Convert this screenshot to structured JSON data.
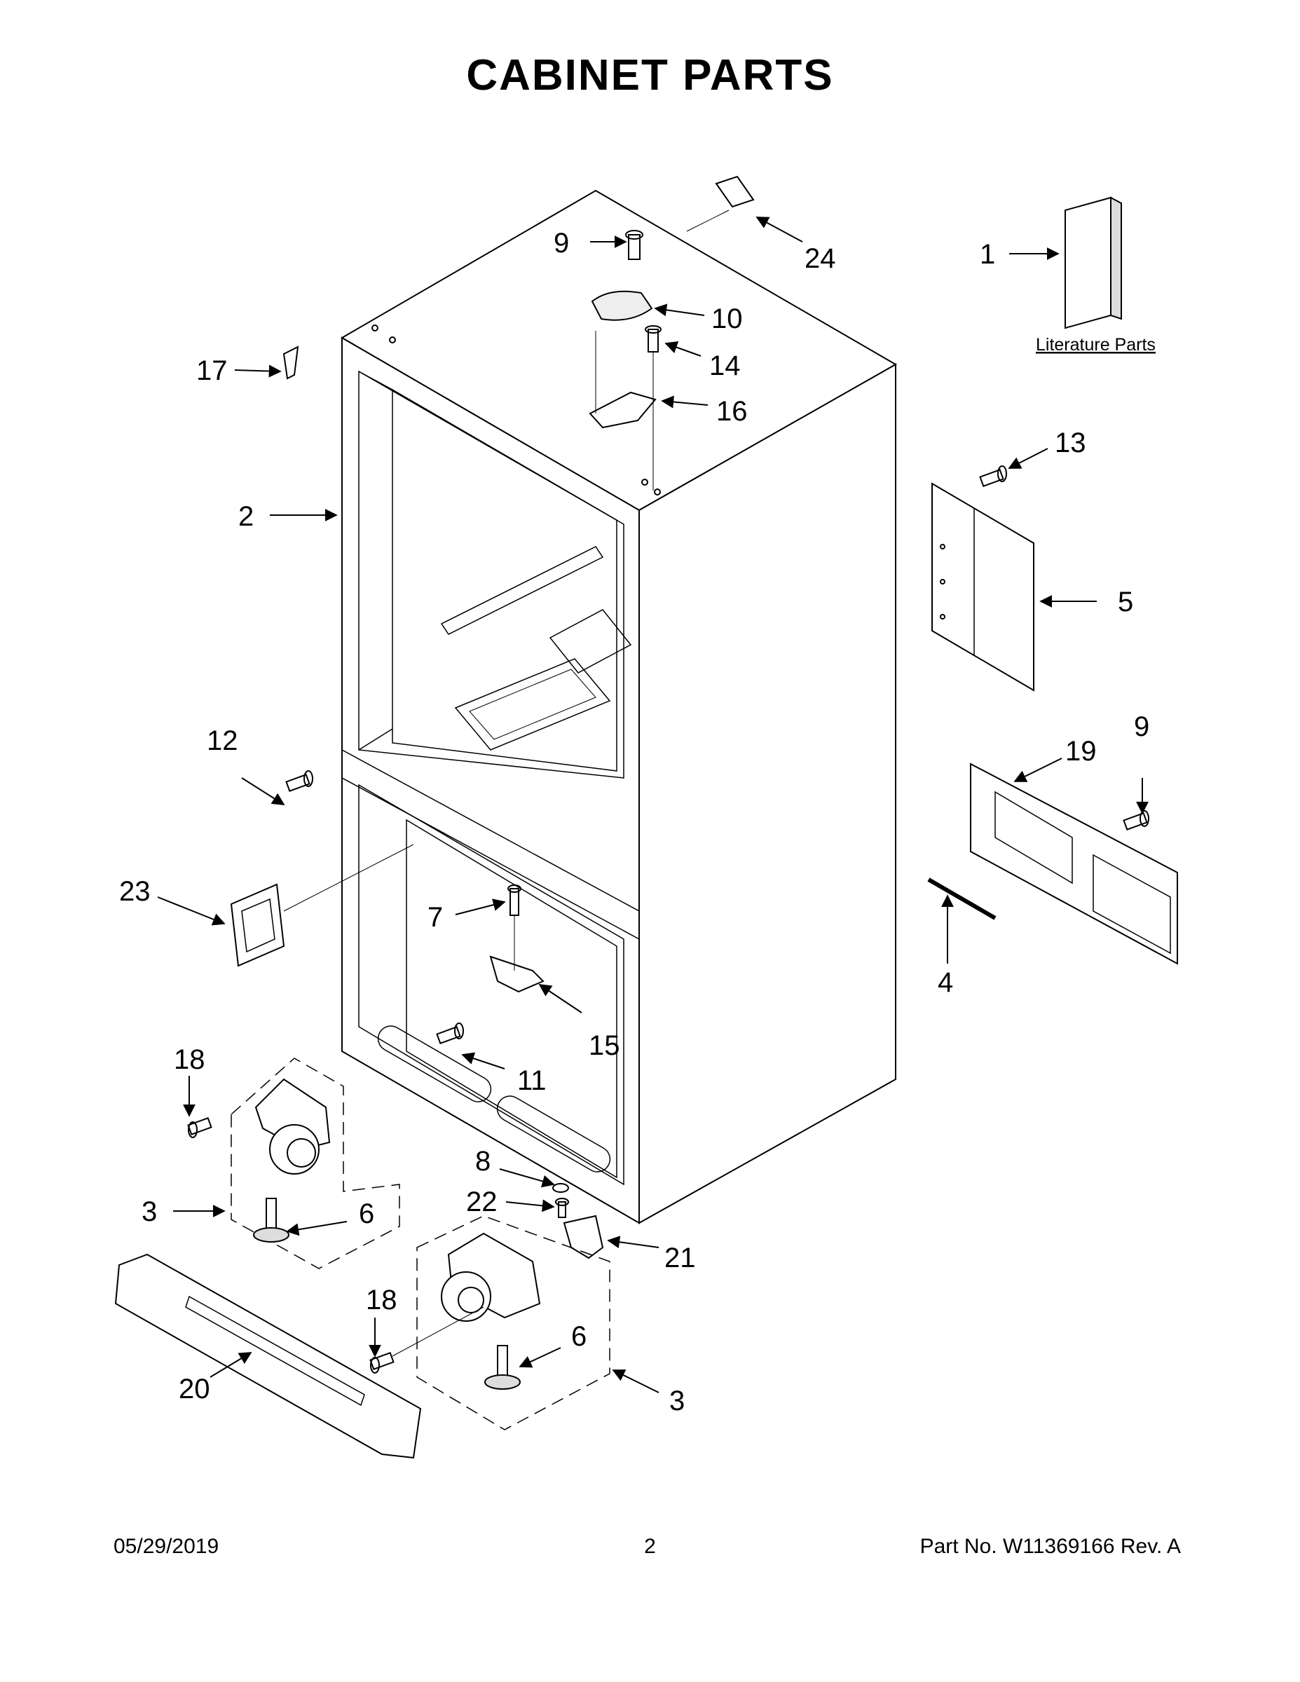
{
  "page": {
    "title": "CABINET PARTS"
  },
  "literature": {
    "label": "Literature Parts"
  },
  "callouts": {
    "c1": "1",
    "c2": "2",
    "c3a": "3",
    "c3b": "3",
    "c4": "4",
    "c5": "5",
    "c6a": "6",
    "c6b": "6",
    "c7": "7",
    "c8": "8",
    "c9a": "9",
    "c9b": "9",
    "c10": "10",
    "c11": "11",
    "c12": "12",
    "c13": "13",
    "c14": "14",
    "c15": "15",
    "c16": "16",
    "c17": "17",
    "c18a": "18",
    "c18b": "18",
    "c19": "19",
    "c20": "20",
    "c21": "21",
    "c22": "22",
    "c23": "23",
    "c24": "24"
  },
  "footer": {
    "date": "05/29/2019",
    "page_number": "2",
    "part_no": "Part No.  W11369166  Rev.  A"
  }
}
